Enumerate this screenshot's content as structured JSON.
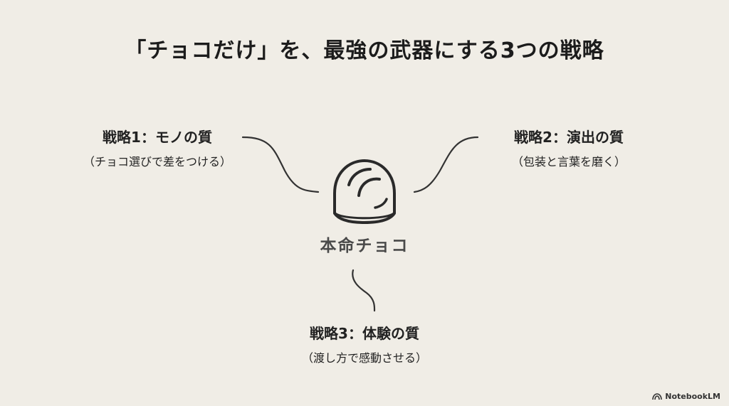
{
  "title": "「チョコだけ」を、最強の武器にする3つの戦略",
  "center": {
    "label": "本命チョコ",
    "icon": "chocolate-icon"
  },
  "strategies": [
    {
      "head": "戦略1：モノの質",
      "sub": "（チョコ選びで差をつける）"
    },
    {
      "head": "戦略2：演出の質",
      "sub": "（包装と言葉を磨く）"
    },
    {
      "head": "戦略3：体験の質",
      "sub": "（渡し方で感動させる）"
    }
  ],
  "brand": {
    "label": "NotebookLM",
    "icon": "notebooklm-logo-icon"
  },
  "colors": {
    "background": "#f0ede6",
    "text": "#222222",
    "line": "#333333"
  }
}
